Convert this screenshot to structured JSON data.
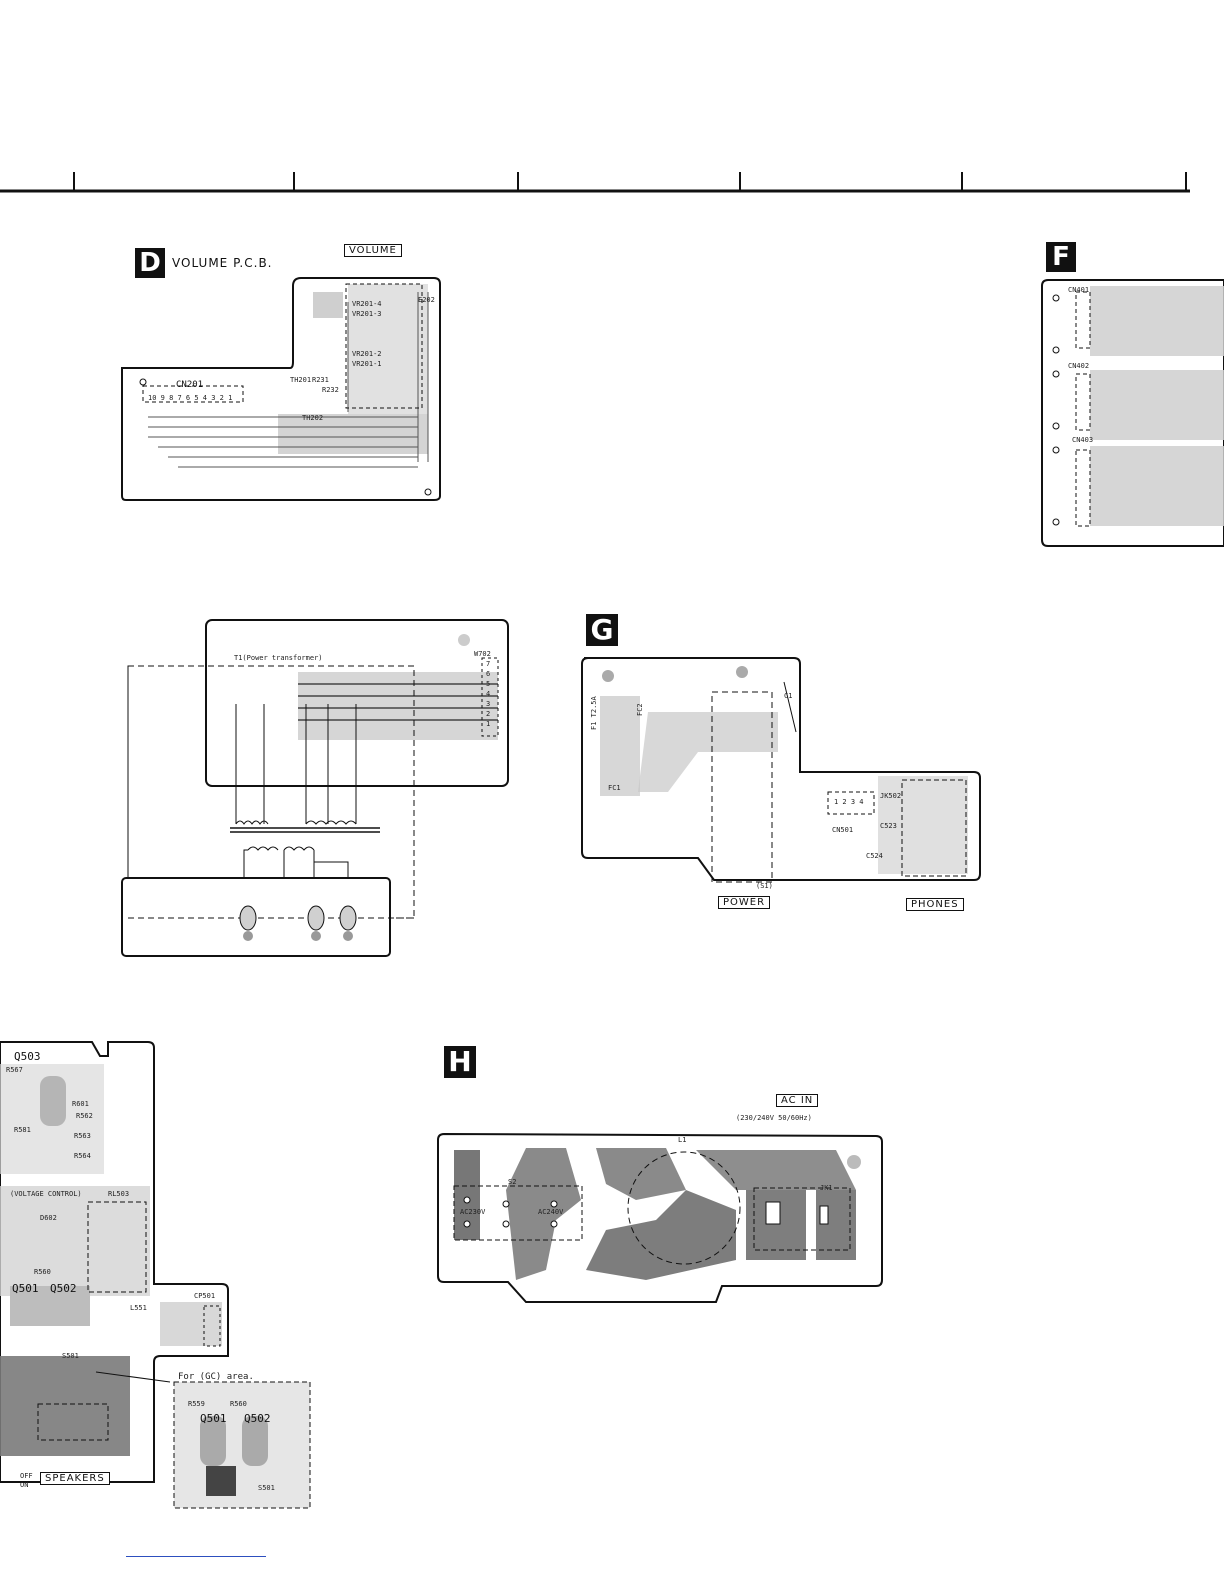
{
  "boards": {
    "D": {
      "badge": "D",
      "title": "VOLUME  P.C.B.",
      "control": "VOLUME",
      "labels": {
        "cn": "CN201",
        "pins": "10 9 8 7 6 5 4 3 2 1",
        "vr1": "VR201-4",
        "vr2": "VR201-3",
        "vr3": "VR201-2",
        "vr4": "VR201-1",
        "th1": "TH201",
        "th2": "TH202",
        "r1": "R231",
        "r2": "R232",
        "e": "E202"
      }
    },
    "F": {
      "badge": "F",
      "labels": {
        "cn1": "CN401",
        "cn2": "CN402",
        "cn3": "CN403"
      }
    },
    "T": {
      "labels": {
        "title": "T1(Power transformer)",
        "w": "W702",
        "pins": [
          "7",
          "6",
          "5",
          "4",
          "3",
          "2",
          "1"
        ]
      }
    },
    "G": {
      "badge": "G",
      "power": "POWER",
      "phones": "PHONES",
      "labels": {
        "f1": "F1  T2.5A",
        "fc2": "FC2",
        "fc1": "FC1",
        "c1": "C1",
        "s1": "(S1)",
        "jk": "JK502",
        "cn": "CN501",
        "pins": "1 2 3 4",
        "c523": "C523",
        "c524": "C524"
      }
    },
    "H": {
      "badge": "H",
      "acin": "AC  IN",
      "rating": "(230/240V 50/60Hz)",
      "labels": {
        "s2": "S2",
        "v230": "AC230V",
        "v240": "AC240V",
        "l1": "L1",
        "jk1": "JK1"
      }
    },
    "AMP": {
      "speakers": "SPEAKERS",
      "switch": "OFF ON",
      "gc": "For (GC) area.",
      "labels": {
        "q503": "Q503",
        "r567": "R567",
        "r601": "R601",
        "r562": "R562",
        "r581": "R581",
        "r563": "R563",
        "r564": "R564",
        "vc": "(VOLTAGE CONTROL)",
        "rl": "RL503",
        "d602": "D602",
        "r560": "R560",
        "q501": "Q501",
        "q502": "Q502",
        "cp": "CP501",
        "s501": "S501",
        "l551": "L551",
        "r559": "R559",
        "r560b": "R560"
      }
    }
  }
}
